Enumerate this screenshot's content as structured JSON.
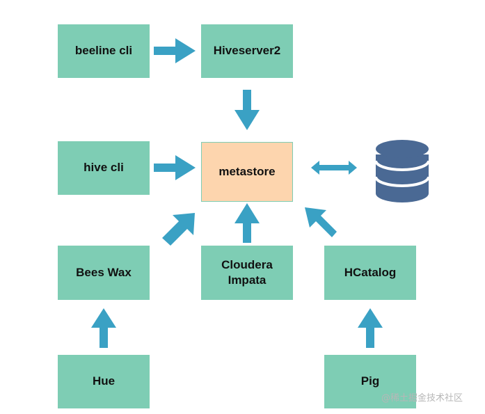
{
  "nodes": {
    "beeline_cli": "beeline cli",
    "hiveserver2": "Hiveserver2",
    "hive_cli": "hive cli",
    "metastore": "metastore",
    "bees_wax": "Bees Wax",
    "cloudera_impala": "Cloudera\nImpata",
    "hcatalog": "HCatalog",
    "hue": "Hue",
    "pig": "Pig"
  },
  "watermark": "@稀土掘金技术社区",
  "colors": {
    "node_fill": "#7ecdb4",
    "metastore_fill": "#fdd5ae",
    "arrow": "#3aa1c4",
    "database": "#4a6994"
  },
  "icons": {
    "database": "database-icon"
  }
}
